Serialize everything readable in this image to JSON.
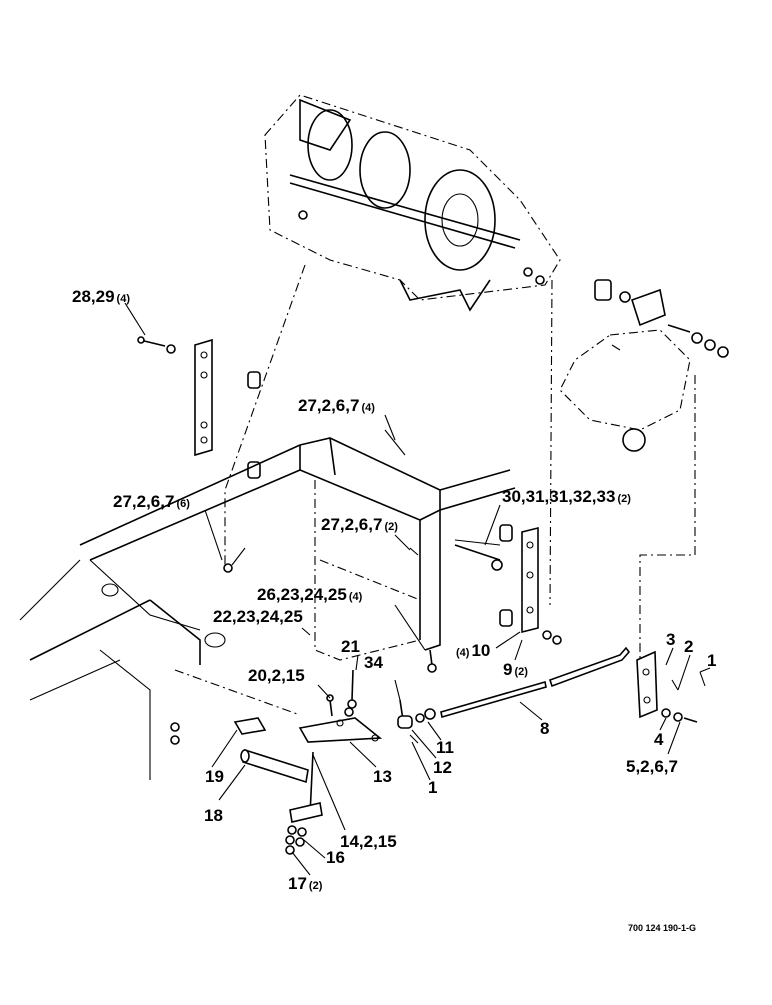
{
  "callouts": [
    {
      "id": "c1",
      "text": "28,29",
      "qty": "(4)"
    },
    {
      "id": "c2",
      "text": "27,2,6,7",
      "qty": "(4)"
    },
    {
      "id": "c3",
      "text": "27,2,6,7",
      "qty": "(6)"
    },
    {
      "id": "c4",
      "text": "30,31,31,32,33",
      "qty": "(2)"
    },
    {
      "id": "c5",
      "text": "27,2,6,7",
      "qty": "(2)"
    },
    {
      "id": "c6",
      "text": "26,23,24,25",
      "qty": "(4)"
    },
    {
      "id": "c7",
      "text": "22,23,24,25",
      "qty": ""
    },
    {
      "id": "c8",
      "text": "10",
      "qty": "(4)"
    },
    {
      "id": "c9",
      "text": "9",
      "qty": "(2)"
    },
    {
      "id": "c10",
      "text": "21",
      "qty": ""
    },
    {
      "id": "c11",
      "text": "34",
      "qty": ""
    },
    {
      "id": "c12",
      "text": "20,2,15",
      "qty": ""
    },
    {
      "id": "c13",
      "text": "3",
      "qty": ""
    },
    {
      "id": "c14",
      "text": "2",
      "qty": ""
    },
    {
      "id": "c15",
      "text": "1",
      "qty": ""
    },
    {
      "id": "c16",
      "text": "8",
      "qty": ""
    },
    {
      "id": "c17",
      "text": "11",
      "qty": ""
    },
    {
      "id": "c18",
      "text": "12",
      "qty": ""
    },
    {
      "id": "c19",
      "text": "4",
      "qty": ""
    },
    {
      "id": "c20",
      "text": "5,2,6,7",
      "qty": ""
    },
    {
      "id": "c21",
      "text": "19",
      "qty": ""
    },
    {
      "id": "c22",
      "text": "13",
      "qty": ""
    },
    {
      "id": "c23",
      "text": "1",
      "qty": ""
    },
    {
      "id": "c24",
      "text": "18",
      "qty": ""
    },
    {
      "id": "c25",
      "text": "14,2,15",
      "qty": ""
    },
    {
      "id": "c26",
      "text": "16",
      "qty": ""
    },
    {
      "id": "c27",
      "text": "17",
      "qty": "(2)"
    }
  ],
  "figure_ref": "700 124 190-1-G"
}
